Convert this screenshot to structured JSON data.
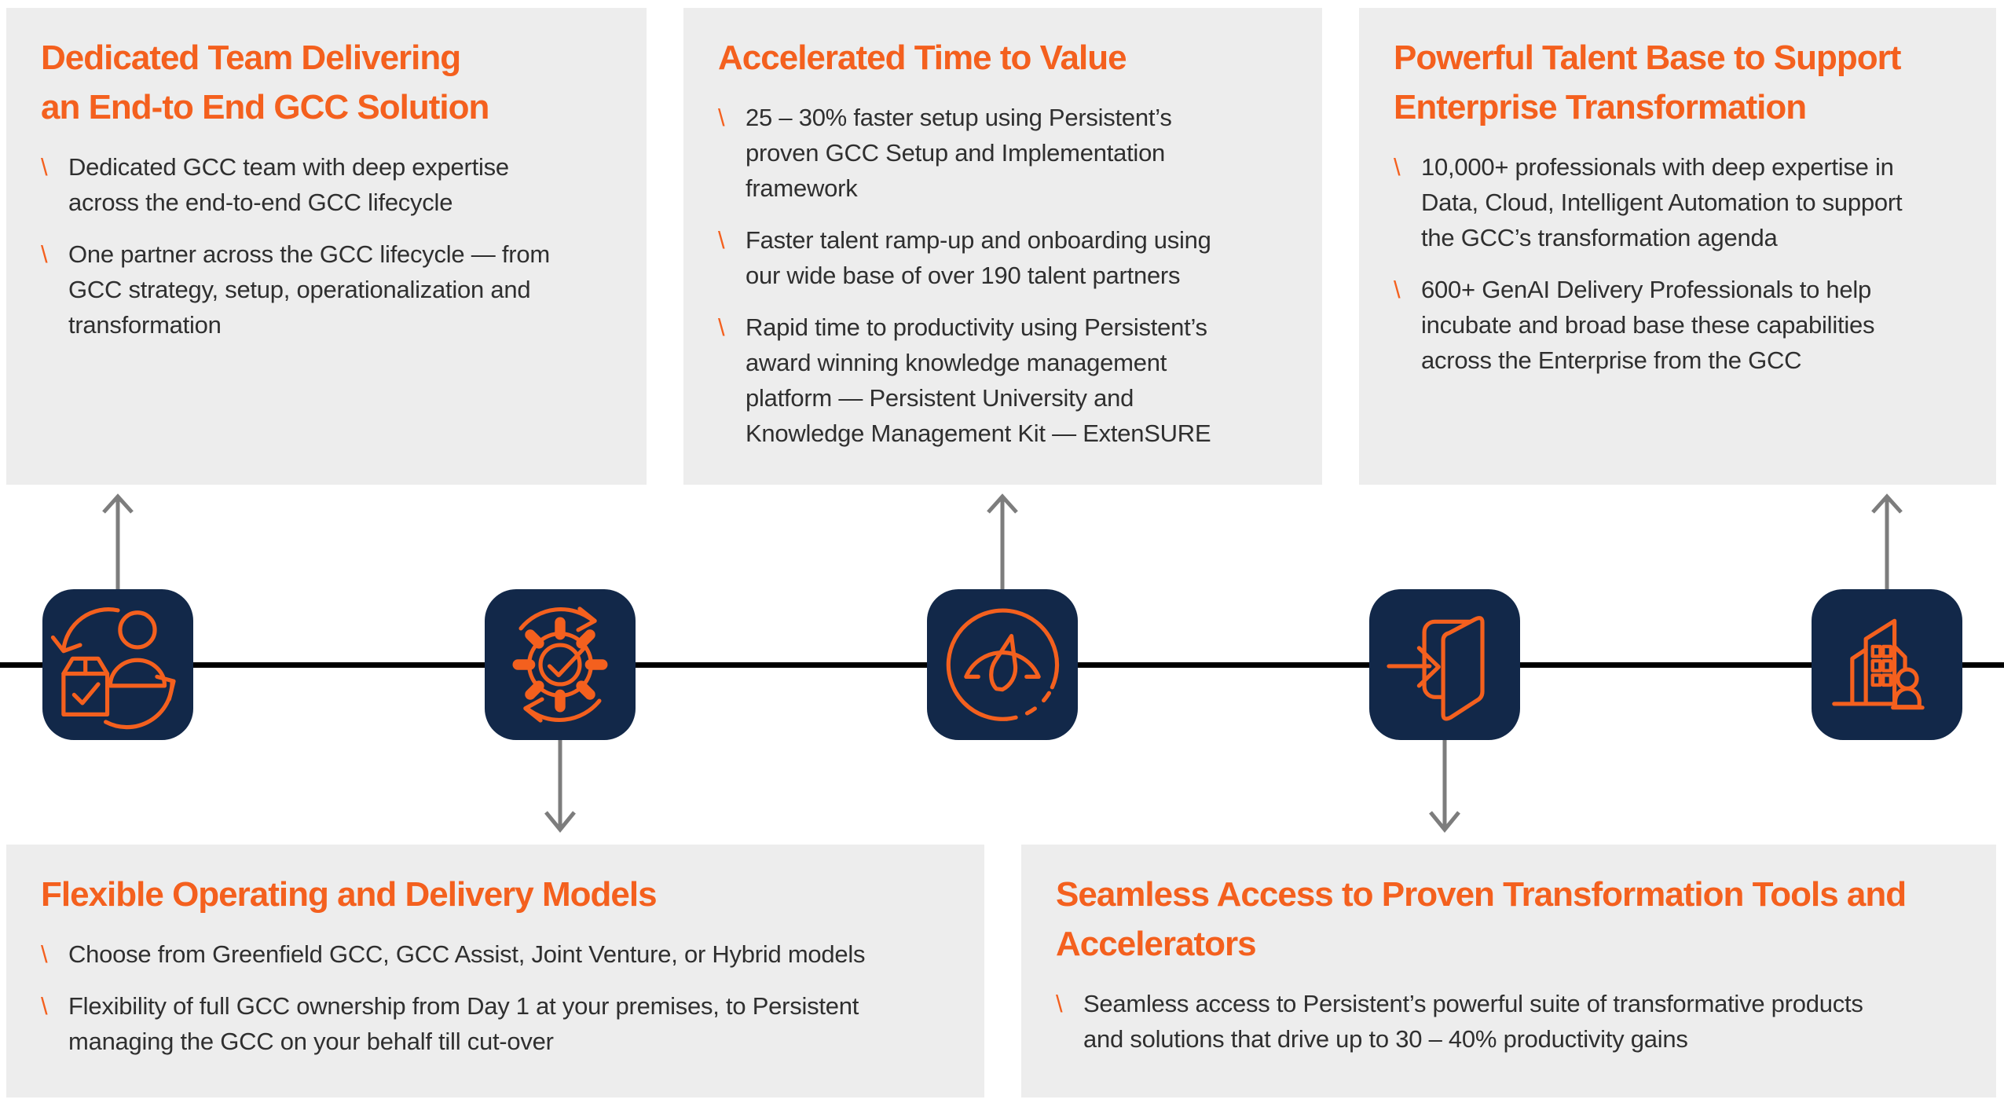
{
  "colors": {
    "accent": "#F4601E",
    "navy": "#122849",
    "card_bg": "#EDEDED",
    "body_text": "#2F2F2F",
    "timeline": "#000000",
    "arrow": "#7D7D7D",
    "page_bg": "#FFFFFF"
  },
  "bullet_marker": "\\",
  "cards": [
    {
      "title": "Dedicated Team Delivering\nan End-to End GCC Solution",
      "bullets": [
        "Dedicated GCC team with deep expertise\nacross the end-to-end GCC lifecycle",
        "One partner across the GCC lifecycle — from\nGCC strategy, setup, operationalization and\ntransformation"
      ]
    },
    {
      "title": "Accelerated Time to Value",
      "bullets": [
        "25 – 30% faster setup using Persistent’s\nproven GCC Setup and Implementation\nframework",
        "Faster talent ramp-up and onboarding using\nour wide base of over 190 talent partners",
        "Rapid time to productivity using Persistent’s\naward winning knowledge management\nplatform — Persistent University and\nKnowledge Management Kit — ExtenSURE"
      ]
    },
    {
      "title": "Powerful Talent Base to Support\nEnterprise Transformation",
      "bullets": [
        "10,000+ professionals with deep expertise in\nData, Cloud, Intelligent Automation to support\nthe GCC’s transformation agenda",
        "600+ GenAI Delivery Professionals to help\nincubate and broad base these capabilities\nacross the Enterprise from the GCC"
      ]
    },
    {
      "title": "Flexible Operating and Delivery Models",
      "bullets": [
        "Choose from Greenfield GCC, GCC Assist, Joint Venture, or Hybrid models",
        "Flexibility of full GCC ownership from Day 1 at your premises, to Persistent\nmanaging the GCC on your behalf till cut-over"
      ]
    },
    {
      "title": "Seamless Access to Proven Transformation Tools and\nAccelerators",
      "bullets": [
        "Seamless access to Persistent’s powerful suite of transformative products\nand solutions that drive up to 30 – 40% productivity gains"
      ]
    }
  ],
  "timeline_icons": [
    "handover-cycle-icon",
    "gear-process-icon",
    "speedometer-icon",
    "door-access-icon",
    "enterprise-talent-icon"
  ]
}
